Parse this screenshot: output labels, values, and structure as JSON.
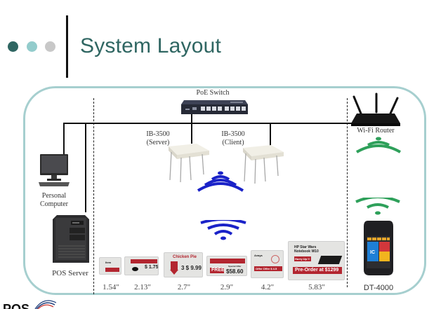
{
  "header": {
    "title": "System Layout",
    "bullet_colors": [
      "#2f6662",
      "#93cccc",
      "#c8c8c8"
    ],
    "accent_color": "#2f6662"
  },
  "diagram": {
    "frame_color": "#a6cfcf",
    "nodes": {
      "poe_switch": {
        "label": "PoE Switch",
        "icon": "network-switch-icon"
      },
      "ap_server": {
        "label_line1": "IB-3500",
        "label_line2": "(Server)",
        "icon": "access-point-icon"
      },
      "ap_client": {
        "label_line1": "IB-3500",
        "label_line2": "(Client)",
        "icon": "access-point-icon"
      },
      "personal_computer": {
        "label_line1": "Personal",
        "label_line2": "Computer",
        "icon": "desktop-computer-icon"
      },
      "pos_server": {
        "label": "POS Server",
        "icon": "tower-server-icon"
      },
      "wifi_router": {
        "label": "Wi-Fi Router",
        "icon": "wifi-router-icon"
      },
      "handheld": {
        "label": "DT-4000",
        "icon": "handheld-terminal-icon"
      }
    },
    "wireless_colors": {
      "rf": "#1a22c8",
      "wifi": "#2ea05a"
    },
    "labels": [
      {
        "size": "1.54\""
      },
      {
        "size": "2.13\"",
        "price": "$ 1.75"
      },
      {
        "size": "2.7\"",
        "headline": "Chicken Pie",
        "price": "3 $ 9.99"
      },
      {
        "size": "2.9\"",
        "badge": "FREE",
        "special": "Special Offer",
        "price": "$58.60"
      },
      {
        "size": "4.2\"",
        "offer": "Offer Offer  $ 4.5"
      },
      {
        "size": "5.83\"",
        "product_line1": "HP Star Wars",
        "product_line2": "Notebook W10",
        "badge": "Hurry Up !!",
        "preorder": "Pre-Order at $1299"
      }
    ],
    "handheld_tiles": [
      "#1e7fd6",
      "#d2373b",
      "#f2b41e"
    ]
  }
}
